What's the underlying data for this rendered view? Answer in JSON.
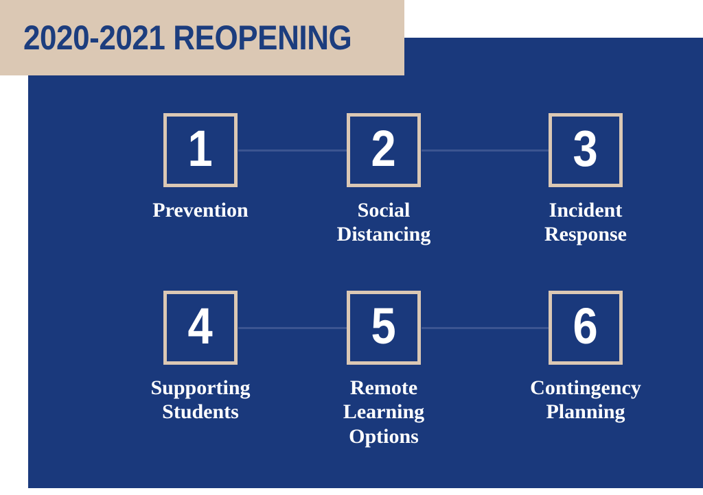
{
  "title": {
    "text": "2020-2021 REOPENING"
  },
  "colors": {
    "navy": "#1a397c",
    "tan": "#dbc8b4",
    "white": "#ffffff",
    "title_navy": "#1c3d7e",
    "connector": "#3c5591"
  },
  "steps": [
    {
      "number": "1",
      "label": "Prevention"
    },
    {
      "number": "2",
      "label": "Social\nDistancing"
    },
    {
      "number": "3",
      "label": "Incident\nResponse"
    },
    {
      "number": "4",
      "label": "Supporting\nStudents"
    },
    {
      "number": "5",
      "label": "Remote\nLearning\nOptions"
    },
    {
      "number": "6",
      "label": "Contingency\nPlanning"
    }
  ]
}
